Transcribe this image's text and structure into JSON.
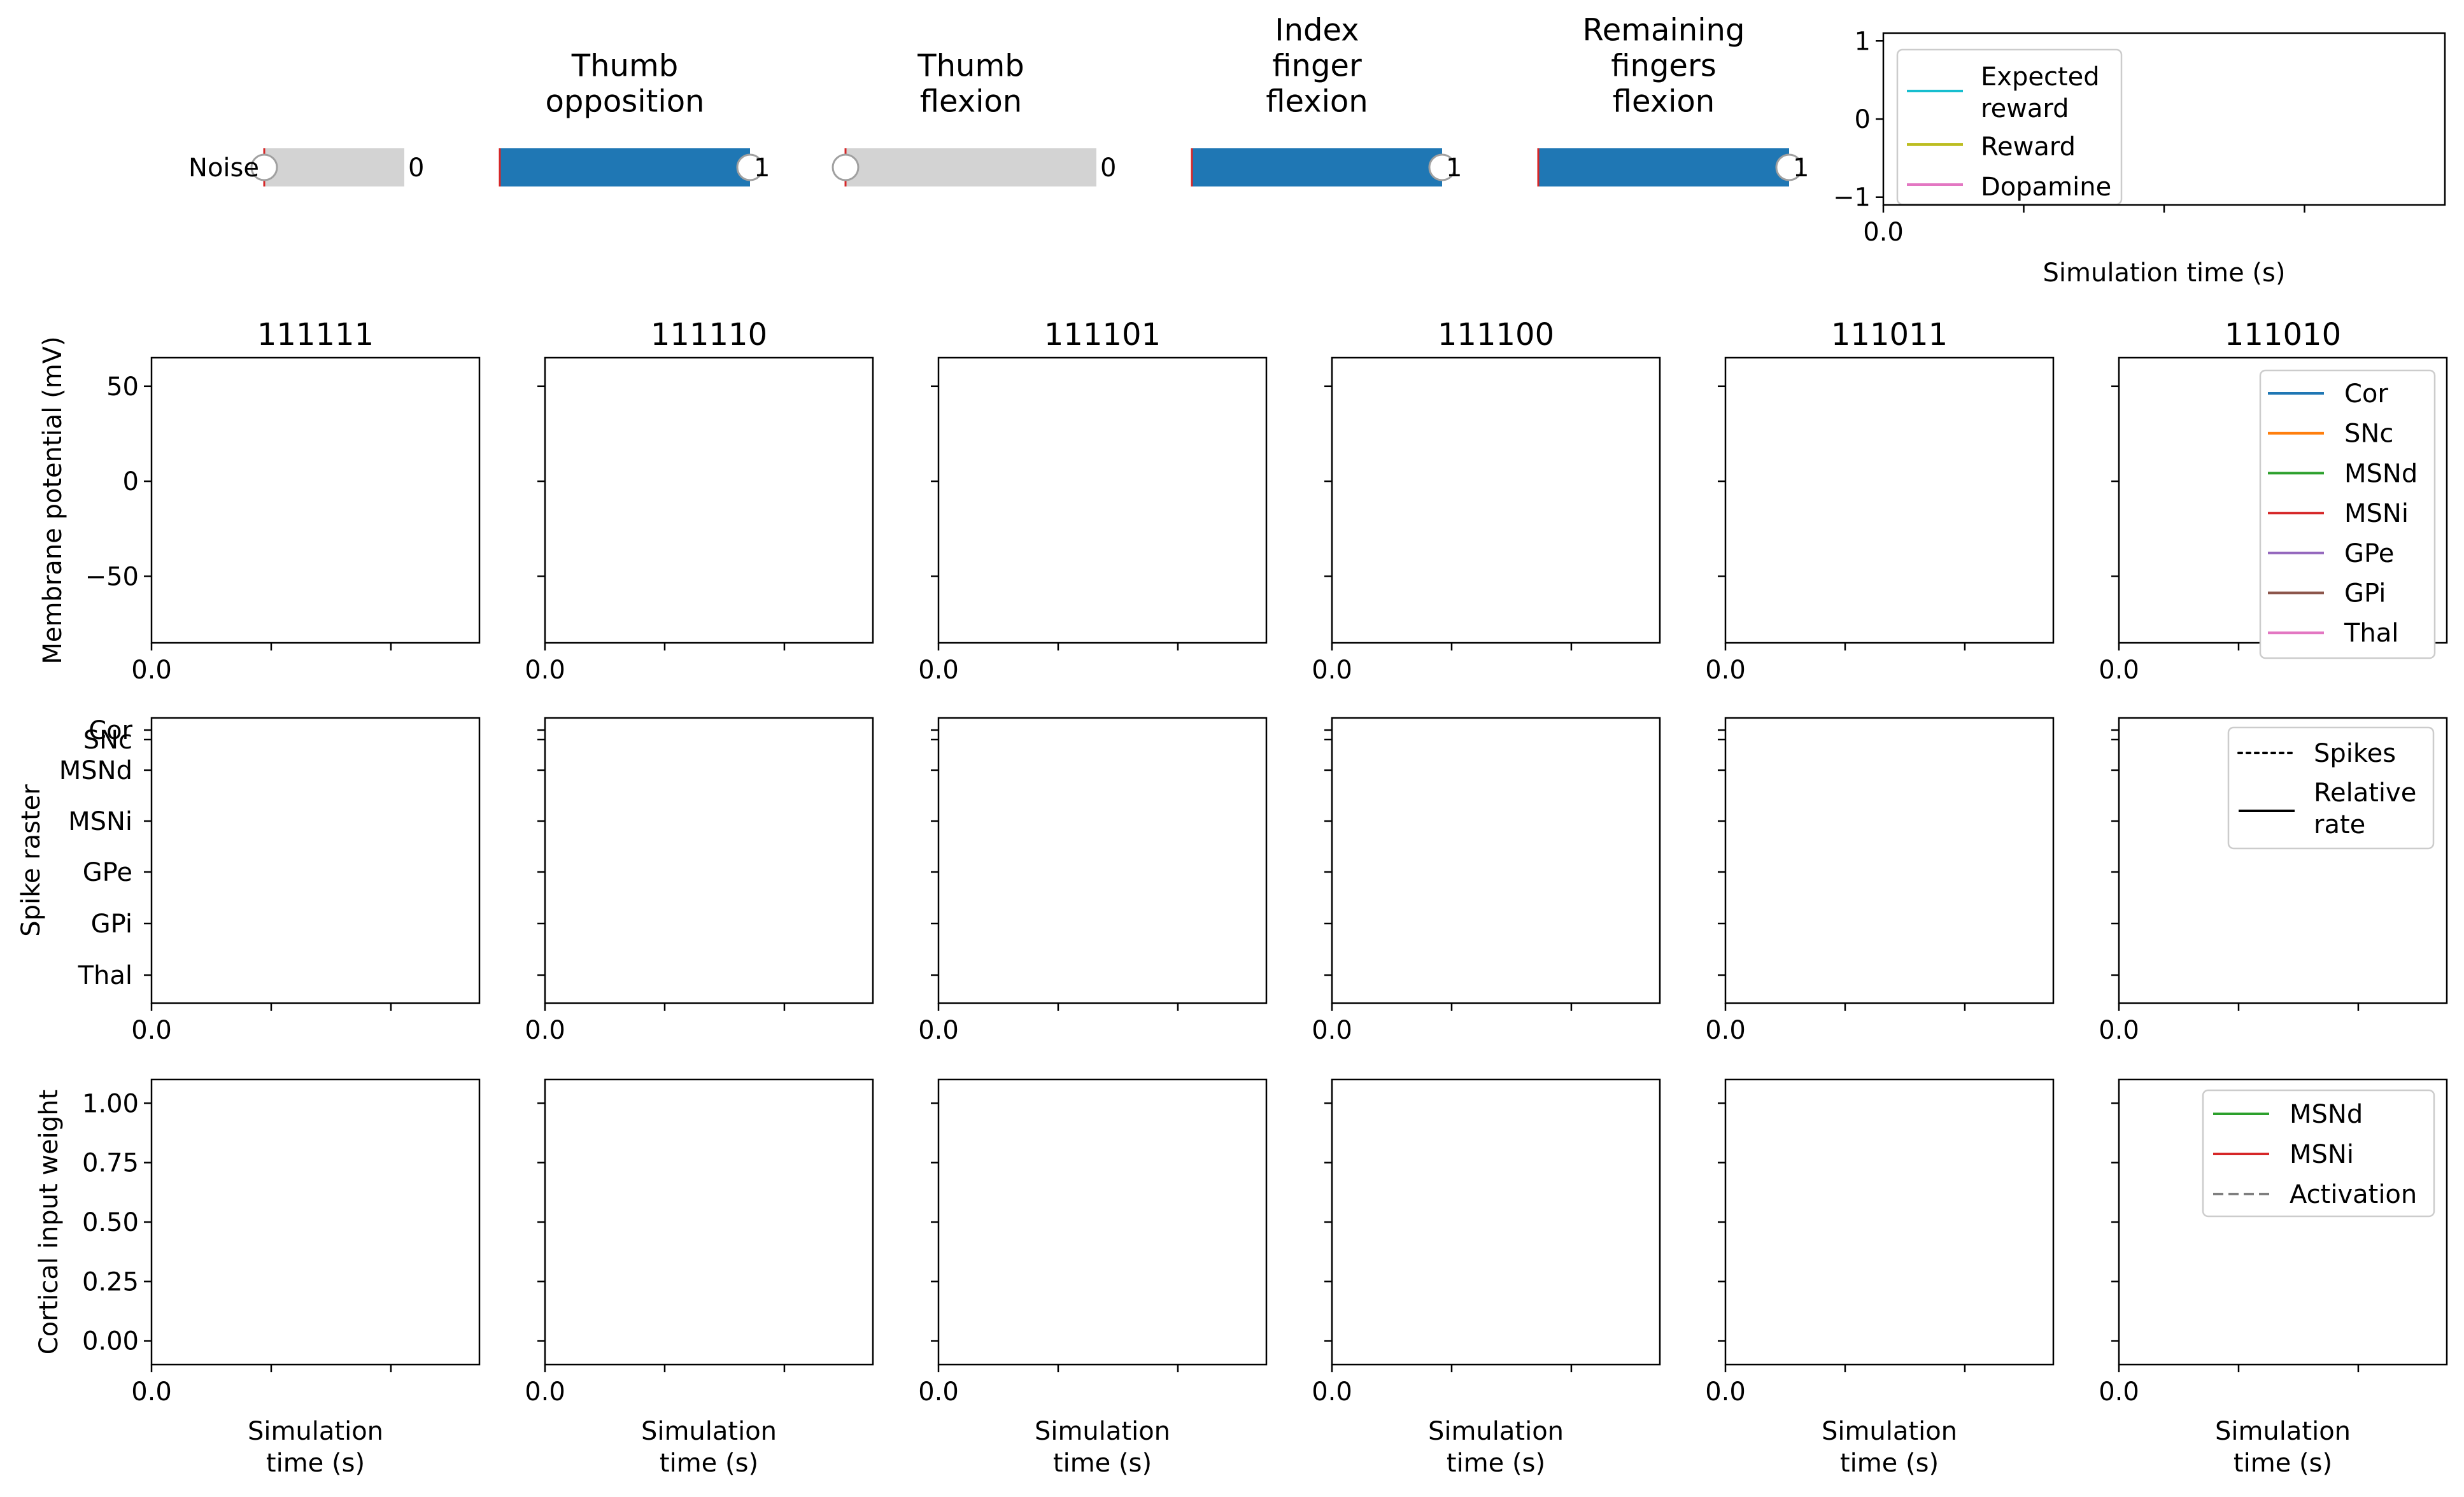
{
  "sliders": [
    {
      "label": "Noise",
      "value": 0
    },
    {
      "label": "Thumb\nopposition",
      "value": 1
    },
    {
      "label": "Thumb\nflexion",
      "value": 0
    },
    {
      "label": "Index\nfinger\nflexion",
      "value": 1
    },
    {
      "label": "Remaining\nfingers\nflexion",
      "value": 1
    }
  ],
  "colors": {
    "slider_on": "#1f77b4",
    "slider_off": "#d3d3d3",
    "slider_marker": "#d62728",
    "Cor": "#1f77b4",
    "SNc": "#ff7f0e",
    "MSNd": "#2ca02c",
    "MSNi": "#d62728",
    "GPe": "#9467bd",
    "GPi": "#8c564b",
    "Thal": "#e377c2",
    "Expected reward": "#17becf",
    "Reward": "#bcbd22",
    "Dopamine": "#e377c2",
    "Activation": "#7f7f7f"
  },
  "chart_data": [
    {
      "type": "line",
      "id": "reward",
      "xlabel": "Simulation time (s)",
      "ylabel": "",
      "x_tick_labels": [
        "0.0"
      ],
      "ylim": [
        -1.1,
        1.1
      ],
      "y_ticks": [
        1,
        0,
        -1
      ],
      "y_tick_labels": [
        "1",
        "0",
        "−1"
      ],
      "legend": {
        "placement": "top-left",
        "entries": [
          {
            "name": "Expected\nreward",
            "color_key": "Expected reward",
            "style": "solid"
          },
          {
            "name": "Reward",
            "color_key": "Reward",
            "style": "solid"
          },
          {
            "name": "Dopamine",
            "color_key": "Dopamine",
            "style": "solid"
          }
        ]
      },
      "series": []
    },
    {
      "type": "line",
      "id": "membrane",
      "panels": [
        "111111",
        "111110",
        "111101",
        "111100",
        "111011",
        "111010"
      ],
      "ylabel": "Membrane potential (mV)",
      "ylim": [
        -85,
        65
      ],
      "y_ticks": [
        50,
        0,
        -50
      ],
      "y_tick_labels": [
        "50",
        "0",
        "−50"
      ],
      "x_tick_labels": [
        "0.0"
      ],
      "legend": {
        "placement": "top-right",
        "panel": 5,
        "entries": [
          {
            "name": "Cor",
            "color_key": "Cor",
            "style": "solid"
          },
          {
            "name": "SNc",
            "color_key": "SNc",
            "style": "solid"
          },
          {
            "name": "MSNd",
            "color_key": "MSNd",
            "style": "solid"
          },
          {
            "name": "MSNi",
            "color_key": "MSNi",
            "style": "solid"
          },
          {
            "name": "GPe",
            "color_key": "GPe",
            "style": "solid"
          },
          {
            "name": "GPi",
            "color_key": "GPi",
            "style": "solid"
          },
          {
            "name": "Thal",
            "color_key": "Thal",
            "style": "solid"
          }
        ]
      },
      "series": []
    },
    {
      "type": "line",
      "id": "raster",
      "ylabel": "Spike raster",
      "y_categories": [
        "Cor",
        "SNc",
        "MSNd",
        "MSNi",
        "GPe",
        "GPi",
        "Thal"
      ],
      "x_tick_labels": [
        "0.0"
      ],
      "legend": {
        "placement": "top-right",
        "panel": 5,
        "entries": [
          {
            "name": "Spikes",
            "color_key": "",
            "style": "dotted"
          },
          {
            "name": "Relative\nrate",
            "color_key": "",
            "style": "solid"
          }
        ]
      },
      "series": []
    },
    {
      "type": "line",
      "id": "weights",
      "ylabel": "Cortical input weight",
      "xlabel": "Simulation\ntime (s)",
      "ylim": [
        -0.1,
        1.1
      ],
      "y_ticks": [
        1.0,
        0.75,
        0.5,
        0.25,
        0.0
      ],
      "y_tick_labels": [
        "1.00",
        "0.75",
        "0.50",
        "0.25",
        "0.00"
      ],
      "x_tick_labels": [
        "0.0"
      ],
      "legend": {
        "placement": "top-right",
        "panel": 5,
        "entries": [
          {
            "name": "MSNd",
            "color_key": "MSNd",
            "style": "solid"
          },
          {
            "name": "MSNi",
            "color_key": "MSNi",
            "style": "solid"
          },
          {
            "name": "Activation",
            "color_key": "Activation",
            "style": "dashed"
          }
        ]
      },
      "series": []
    }
  ]
}
